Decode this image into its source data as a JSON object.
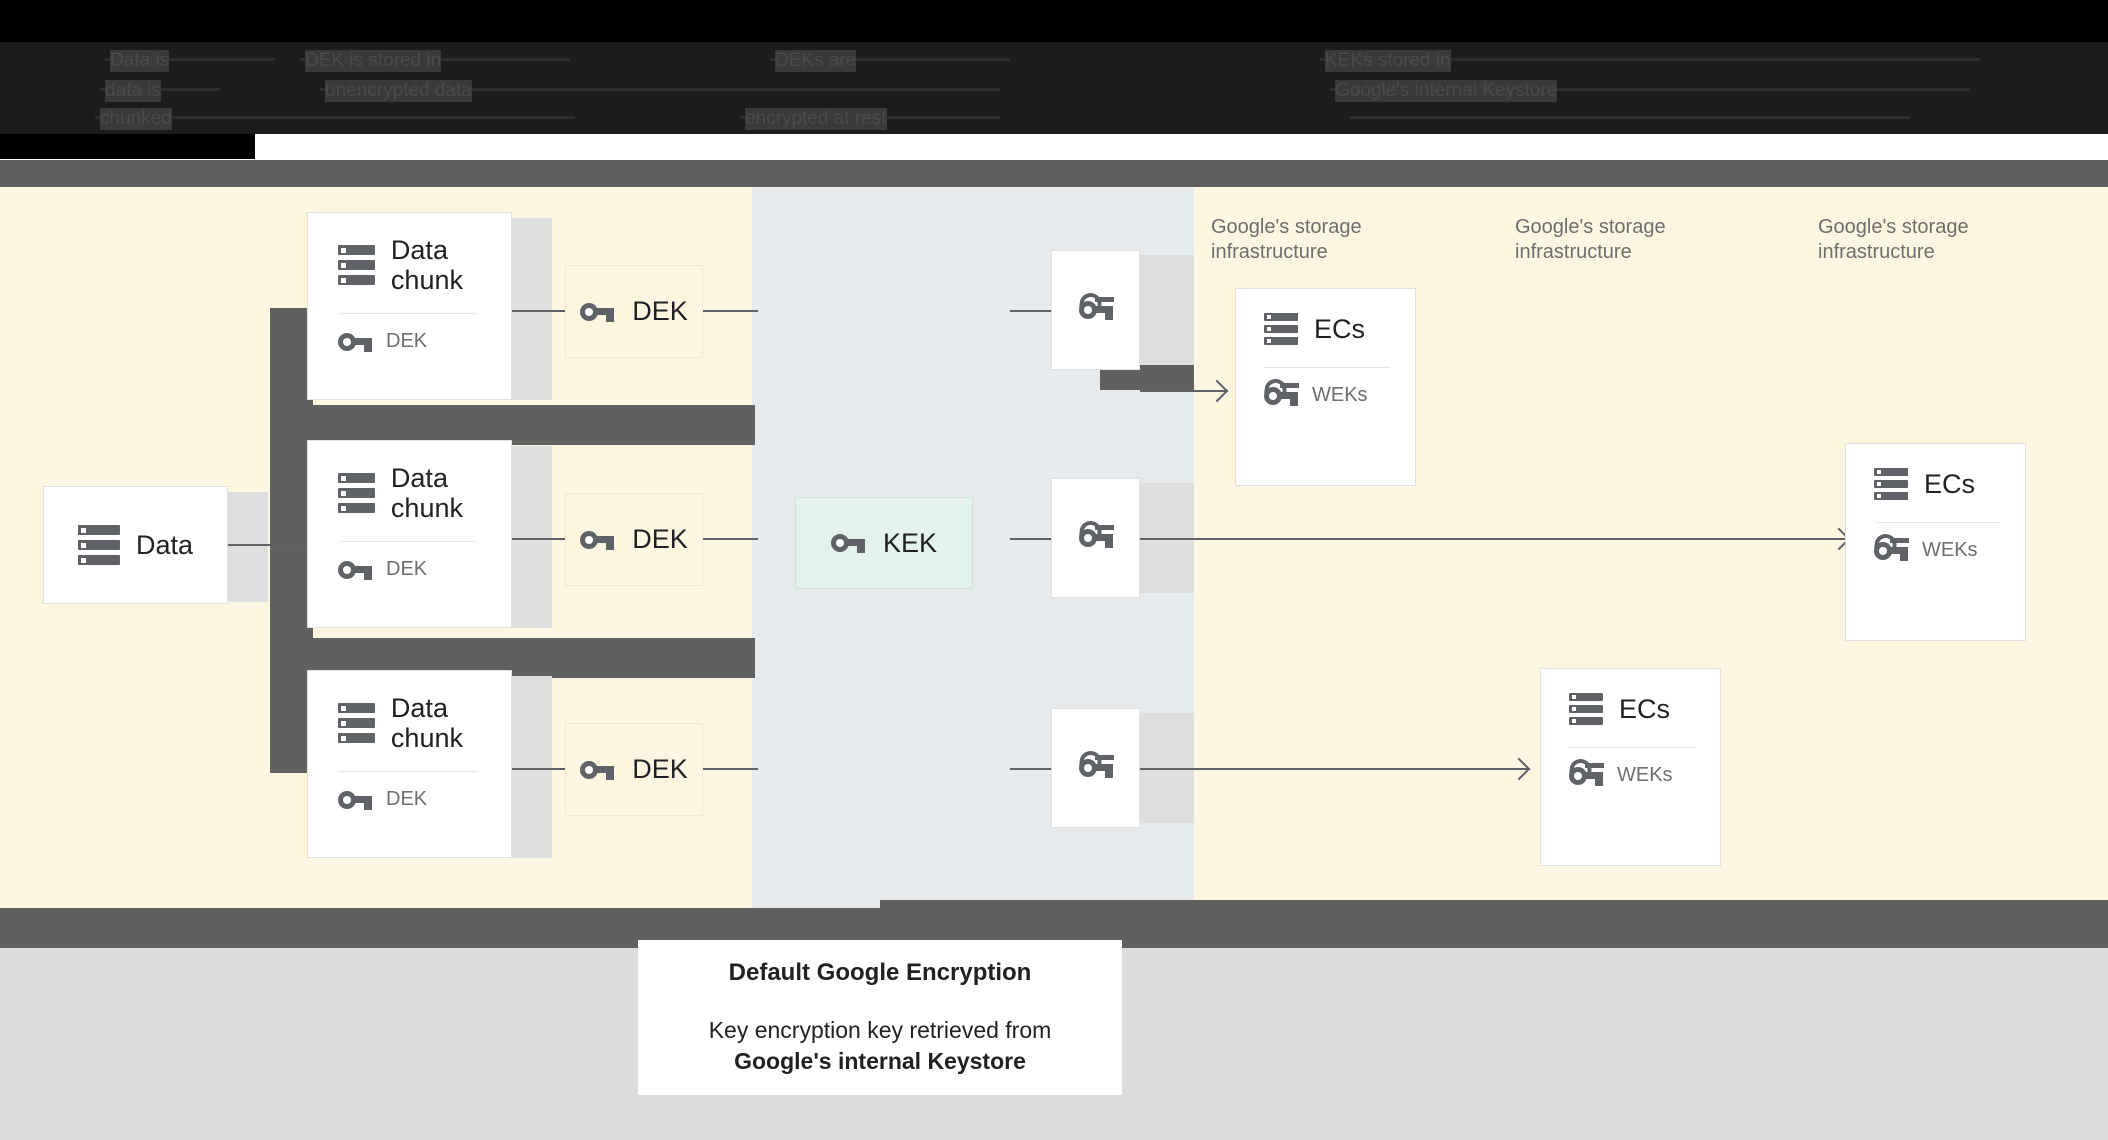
{
  "header": {
    "redacted": true,
    "lines": [
      "Data is",
      "DEK is stored in",
      "DEKs are",
      "data is",
      "unencrypted data",
      "KEKs stored in",
      "chunked",
      "encrypted at rest",
      "Google's internal Keystore"
    ]
  },
  "diagram": {
    "source": {
      "label": "Data",
      "icon": "storage-stack-icon"
    },
    "chunks": [
      {
        "title": "Data chunk",
        "sub_label": "DEK",
        "icon": "storage-stack-icon",
        "sub_icon": "key-icon"
      },
      {
        "title": "Data chunk",
        "sub_label": "DEK",
        "icon": "storage-stack-icon",
        "sub_icon": "key-icon"
      },
      {
        "title": "Data chunk",
        "sub_label": "DEK",
        "icon": "storage-stack-icon",
        "sub_icon": "key-icon"
      }
    ],
    "deks": [
      {
        "label": "DEK",
        "icon": "key-icon"
      },
      {
        "label": "DEK",
        "icon": "key-icon"
      },
      {
        "label": "DEK",
        "icon": "key-icon"
      }
    ],
    "kek": {
      "label": "KEK",
      "icon": "key-icon"
    },
    "wrapped_keys": [
      {
        "icon": "wrapped-key-icon"
      },
      {
        "icon": "wrapped-key-icon"
      },
      {
        "icon": "wrapped-key-icon"
      }
    ],
    "infra_labels": [
      "Google's storage infrastructure",
      "Google's storage infrastructure",
      "Google's storage infrastructure"
    ],
    "ec_cards": [
      {
        "title": "ECs",
        "sub_label": "WEKs",
        "icon": "storage-stack-icon",
        "sub_icon": "wrapped-key-icon"
      },
      {
        "title": "ECs",
        "sub_label": "WEKs",
        "icon": "storage-stack-icon",
        "sub_icon": "wrapped-key-icon"
      },
      {
        "title": "ECs",
        "sub_label": "WEKs",
        "icon": "storage-stack-icon",
        "sub_icon": "wrapped-key-icon"
      }
    ]
  },
  "caption": {
    "title": "Default Google Encryption",
    "line1": "Key encryption key retrieved from",
    "line2": "Google's internal Keystore"
  },
  "colors": {
    "cream": "#fcf5e0",
    "blue_band": "#e6eaec",
    "kek_green": "#e3f2ea",
    "redaction_gray": "#606060",
    "light_gray": "#dddddd",
    "icon_gray": "#5f6368",
    "text_dark": "#202124",
    "text_muted": "#6e6e6e"
  }
}
